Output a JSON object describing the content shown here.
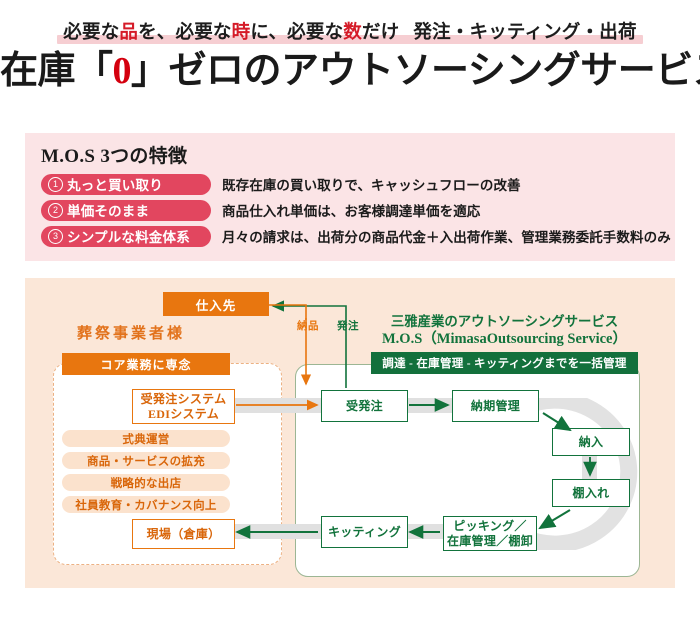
{
  "header": {
    "subtitle_parts": [
      {
        "t": "必要な",
        "hl": false
      },
      {
        "t": "品",
        "hl": true
      },
      {
        "t": "を、必要な",
        "hl": false
      },
      {
        "t": "時",
        "hl": true
      },
      {
        "t": "に、必要な",
        "hl": false
      },
      {
        "t": "数",
        "hl": true
      },
      {
        "t": "だけ",
        "hl": false
      }
    ],
    "subtitle_tail": "発注・キッティング・出荷",
    "title_pre": "在庫「",
    "title_zero": "0",
    "title_post": "」ゼロのアウトソーシングサービス"
  },
  "features": {
    "title": "M.O.S 3つの特徴",
    "rows": [
      {
        "num": "①",
        "label": "丸っと買い取り",
        "desc": "既存在庫の買い取りで、キャッシュフローの改善"
      },
      {
        "num": "②",
        "label": "単価そのまま",
        "desc": "商品仕入れ単価は、お客様調達単価を適応"
      },
      {
        "num": "③",
        "label": "シンプルな料金体系",
        "desc": "月々の請求は、出荷分の商品代金＋入出荷作業、管理業務委託手数料のみ"
      }
    ]
  },
  "diagram": {
    "supplier_box": "仕入先",
    "funeral_heading": "葬祭事業者様",
    "core_bar": "コア業務に専念",
    "mos_heading_line1": "三雅産業のアウトソーシングサービス",
    "mos_heading_line2": "M.O.S（MimasaOutsourcing Service）",
    "green_bar": "調達 - 在庫管理 - キッティングまでを一括管理",
    "arrow_labels": {
      "delivery": "納品",
      "order": "発注"
    },
    "left_boxes": {
      "edi_line1": "受発注システム",
      "edi_line2": "EDIシステム",
      "genba": "現場（倉庫）"
    },
    "soft_pills": [
      "式典運営",
      "商品・サービスの拡充",
      "戦略的な出店",
      "社員教育・カバナンス向上"
    ],
    "flow_boxes": {
      "juhachu": "受発注",
      "nouki": "納期管理",
      "nounyu": "納入",
      "tanaire": "棚入れ",
      "picking_line1": "ピッキング／",
      "picking_line2": "在庫管理／棚卸",
      "kitting": "キッティング"
    }
  },
  "colors": {
    "red_accent": "#d4000e",
    "pink_panel": "#fbe4e6",
    "pink_pill": "#e2465f",
    "orange": "#e8760f",
    "green": "#12733c",
    "peach_panel": "#fbe7d8"
  }
}
